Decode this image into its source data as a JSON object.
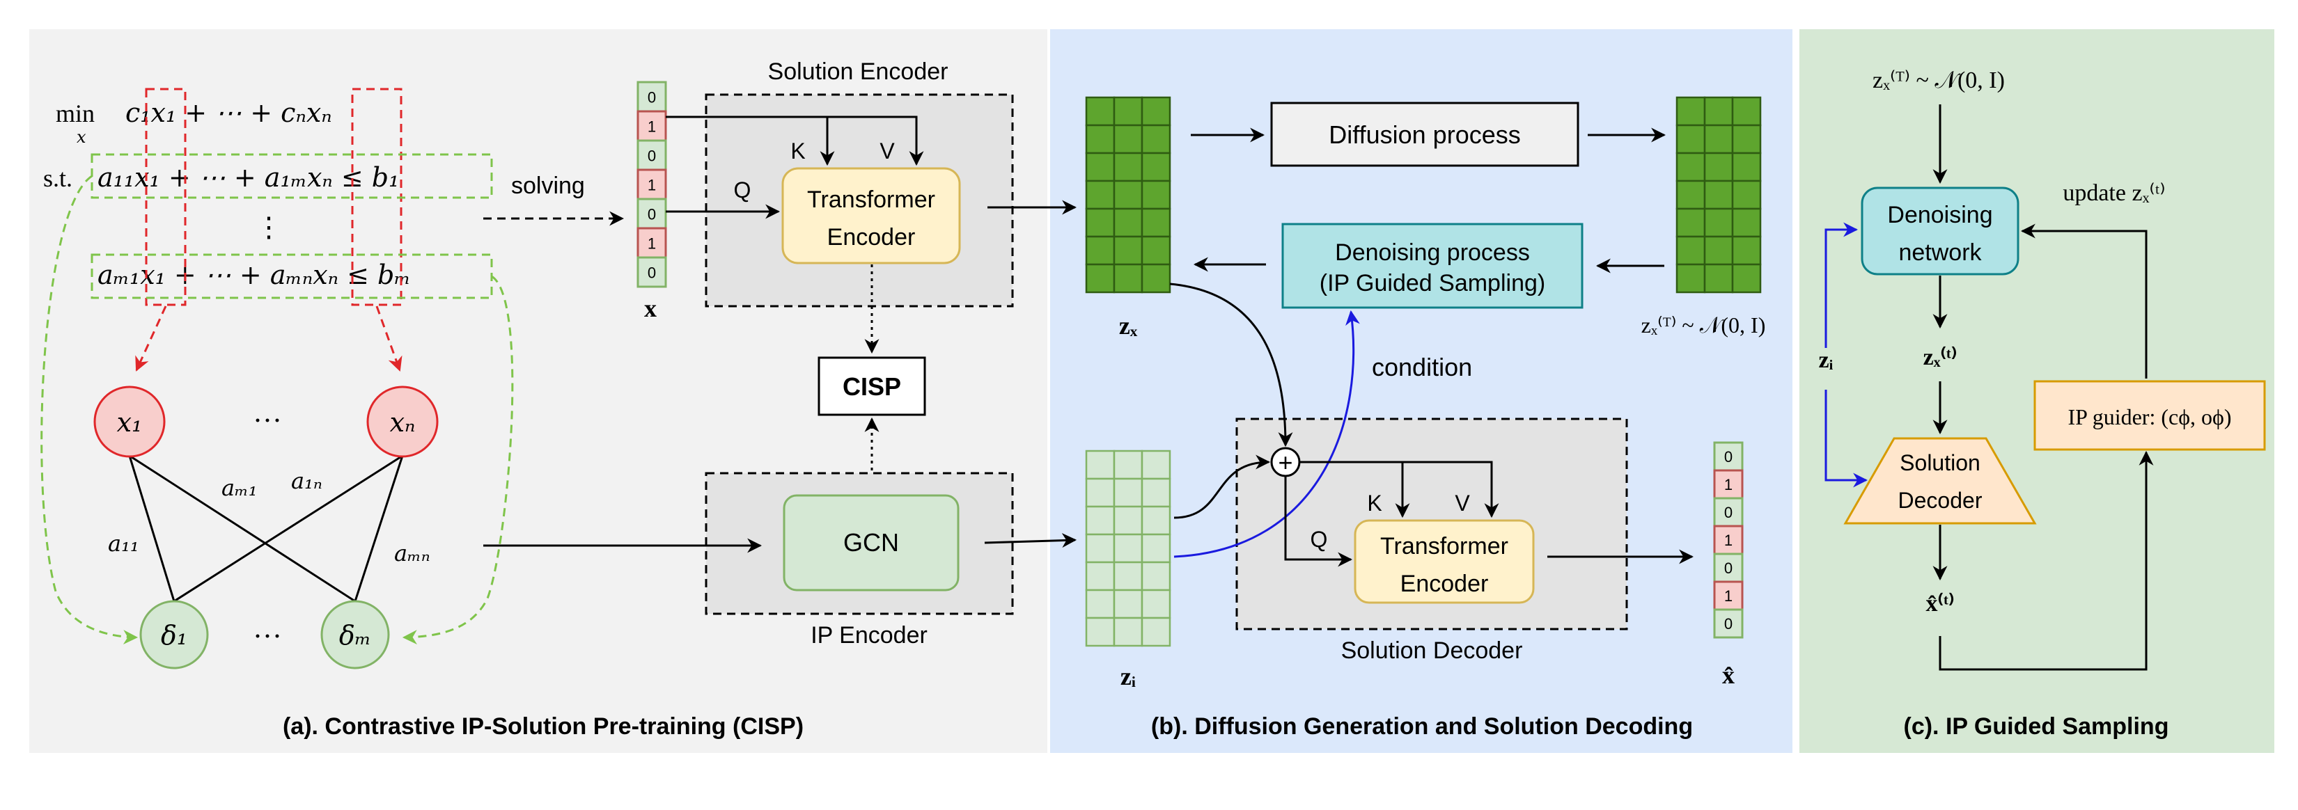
{
  "panels": {
    "a": {
      "caption": "(a). Contrastive IP-Solution Pre-training (CISP)",
      "bg": "#f2f2f2"
    },
    "b": {
      "caption": "(b). Diffusion Generation and Solution Decoding",
      "bg": "#dbe8fb"
    },
    "c": {
      "caption": "(c). IP Guided Sampling",
      "bg": "#d6e8d4"
    }
  },
  "colors": {
    "red": "#e0272a",
    "green_dashed": "#7fc44a",
    "green_cell": "#5ea52e",
    "light_green": "#d5e8d4",
    "light_green_border": "#82b366",
    "light_red": "#f8cecc",
    "red_border": "#b85450",
    "yellow": "#fff2cc",
    "yellow_border": "#d6b656",
    "teal": "#b0e3e6",
    "teal_border": "#0e8088",
    "orange": "#ffe6cc",
    "orange_border": "#d79b00",
    "blue": "#1a1adf",
    "gray_box": "#e3e3e3"
  },
  "formula": {
    "min_label": "min",
    "min_sub": "x",
    "objective": "c₁x₁ + ⋯ + cₙxₙ",
    "st_label": "s.t.",
    "row1": "a₁₁x₁ + ⋯ + a₁ₘxₙ ≤ b₁",
    "dots": "⋮",
    "rowm": "aₘ₁x₁ + ⋯ + aₘₙxₙ ≤ bₘ"
  },
  "graph": {
    "var_nodes": [
      "x₁",
      "xₙ"
    ],
    "con_nodes": [
      "δ₁",
      "δₘ"
    ],
    "ellipsis": "···",
    "edge_labels": [
      "a₁₁",
      "aₘ₁",
      "a₁ₙ",
      "aₘₙ"
    ]
  },
  "panel_a": {
    "solving_label": "solving",
    "x_label": "x",
    "solution_vector": [
      "0",
      "1",
      "0",
      "1",
      "0",
      "1",
      "0"
    ],
    "solution_encoder_title": "Solution Encoder",
    "transformer_lines": [
      "Transformer",
      "Encoder"
    ],
    "k_label": "K",
    "v_label": "V",
    "q_label": "Q",
    "cisp_label": "CISP",
    "gcn_label": "GCN",
    "ip_encoder_title": "IP Encoder"
  },
  "panel_b": {
    "diffusion_label": "Diffusion process",
    "denoising_lines": [
      "Denoising process",
      "(IP Guided Sampling)"
    ],
    "zx_label": "zₓ",
    "zT_label": "zₓ⁽ᵀ⁾ ~ 𝒩(0, I)",
    "zi_label": "zᵢ",
    "condition_label": "condition",
    "plus_label": "+",
    "k_label": "K",
    "v_label": "V",
    "q_label": "Q",
    "transformer_lines": [
      "Transformer",
      "Encoder"
    ],
    "solution_decoder_title": "Solution Decoder",
    "xhat_label": "x̂",
    "output_vector": [
      "0",
      "1",
      "0",
      "1",
      "0",
      "1",
      "0"
    ]
  },
  "panel_c": {
    "start_label": "zₓ⁽ᵀ⁾ ~ 𝒩(0, I)",
    "denoising_lines": [
      "Denoising",
      "network"
    ],
    "update_label": "update zₓ⁽ᵗ⁾",
    "zt_label": "zₓ⁽ᵗ⁾",
    "zi_label": "zᵢ",
    "decoder_lines": [
      "Solution",
      "Decoder"
    ],
    "guider_label": "IP guider: (cϕ, oϕ)",
    "xhat_label": "x̂⁽ᵗ⁾"
  }
}
